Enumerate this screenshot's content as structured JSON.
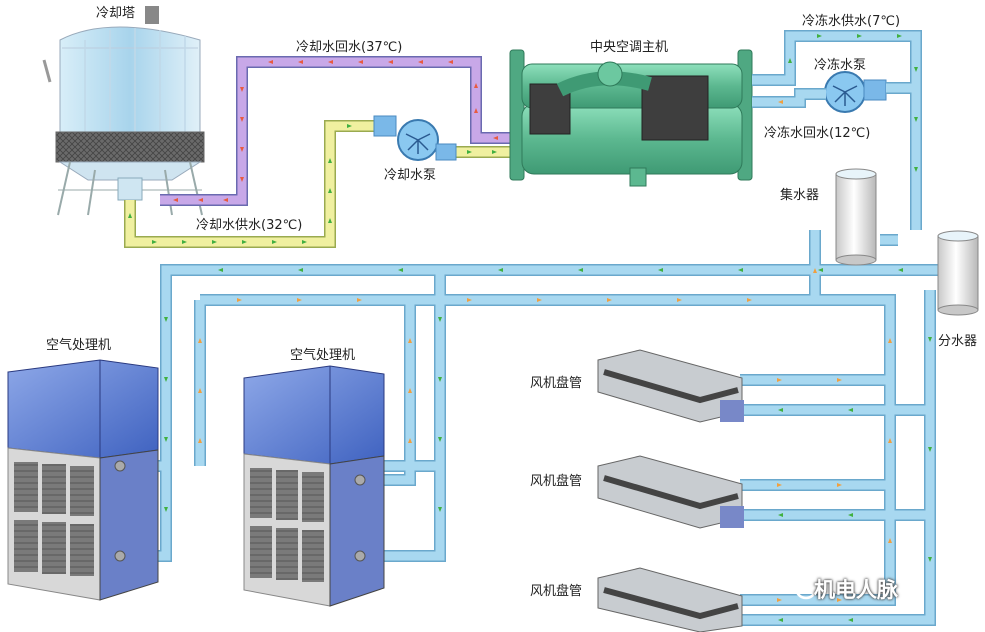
{
  "labels": {
    "cooling_tower": "冷却塔",
    "cooling_return": "冷却水回水(37℃)",
    "chiller": "中央空调主机",
    "chilled_supply": "冷冻水供水(7℃)",
    "chilled_pump": "冷冻水泵",
    "chilled_return": "冷冻水回水(12℃)",
    "cooling_pump": "冷却水泵",
    "cooling_supply": "冷却水供水(32℃)",
    "collector": "集水器",
    "distributor": "分水器",
    "ahu_1": "空气处理机",
    "ahu_2": "空气处理机",
    "fcu_1": "风机盘管",
    "fcu_2": "风机盘管",
    "fcu_3": "风机盘管"
  },
  "watermark": "机电人脉",
  "colors": {
    "chilled_pipe": "#a8d8f0",
    "chilled_outline": "#6aa8cc",
    "cooling_return_pipe": "#c8a8e8",
    "cooling_supply_pipe": "#f0f0a0",
    "supply_arrow": "#e85a40",
    "return_arrow": "#f0a040",
    "green_arrow": "#40b040",
    "chiller_body": "#6cc8a0"
  }
}
